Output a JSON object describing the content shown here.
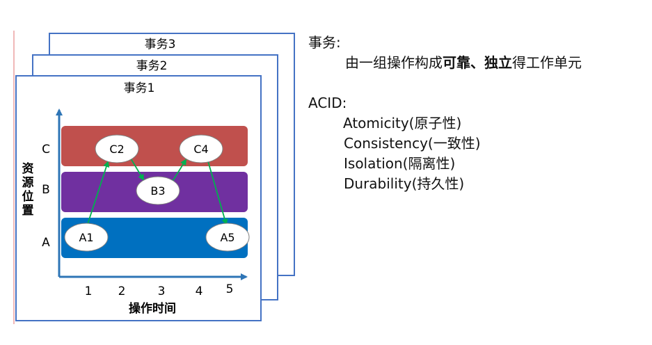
{
  "diagram": {
    "transactions": [
      "事务3",
      "事务2",
      "事务1"
    ],
    "y_axis_label": "资源位置",
    "x_axis_label": "操作时间",
    "rows": [
      {
        "label": "C",
        "color": "#c0504d"
      },
      {
        "label": "B",
        "color": "#7030a0"
      },
      {
        "label": "A",
        "color": "#0070c0"
      }
    ],
    "x_ticks": [
      "1",
      "2",
      "3",
      "4",
      "5"
    ],
    "nodes": [
      "A1",
      "C2",
      "B3",
      "C4",
      "A5"
    ],
    "arrow_color": "#00b050",
    "axis_color": "#2e75b6",
    "frame_color": "#4472c4"
  },
  "notes": {
    "title": "事务:",
    "desc_pre": "由一组操作构成",
    "desc_bold1": "可靠、独立",
    "desc_post": "得工作单元",
    "acid_title": "ACID:",
    "props": [
      "Atomicity(原子性)",
      "Consistency(一致性)",
      "Isolation(隔离性)",
      "Durability(持久性)"
    ]
  }
}
